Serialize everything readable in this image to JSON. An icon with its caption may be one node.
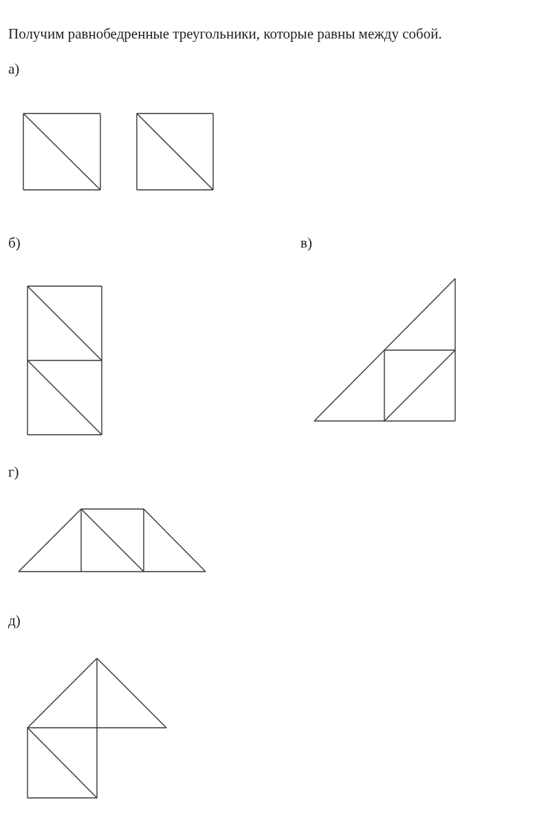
{
  "diagram": {
    "title": "Получим равнобедренные треугольники, которые равны между собой.",
    "labels": [
      "а)",
      "б)",
      "в)",
      "г)",
      "д)"
    ]
  }
}
